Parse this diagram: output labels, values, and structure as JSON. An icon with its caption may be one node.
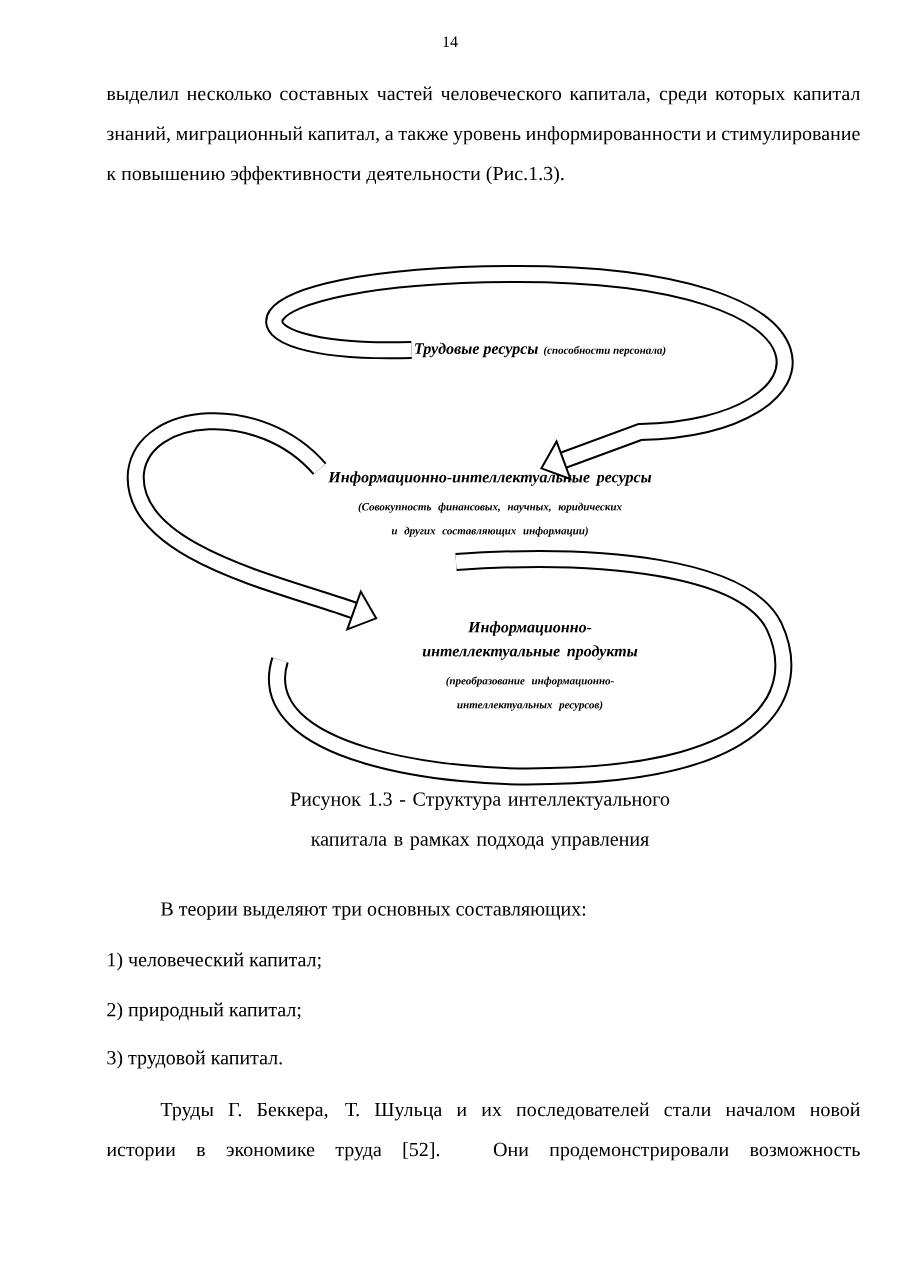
{
  "diagram": {
    "caption": "Рисунок 1.3 - Структура интеллектуального капитала в рамках подхода управления",
    "nodes": [
      {
        "text": [
          "Трудовые ресурсы",
          "(способности персонала)"
        ]
      },
      {
        "text": [
          "Информационно-интеллектуальные ресурсы",
          "(Совокупность финансовых, научных, юридических и других составляющих информации)"
        ]
      },
      {
        "text": [
          "Информационно-интеллектуальные продукты",
          "(преобразование информационно-интеллектуальных ресурсов)"
        ]
      }
    ],
    "edges": [
      {
        "from": 0,
        "to": 1,
        "arrow": "to"
      },
      {
        "from": 1,
        "to": 2,
        "arrow": "to"
      }
    ],
    "labels": [
      "14",
      "выделил несколько составных частей человеческого капитала, среди которых капитал знаний, миграционный капитал, а также уровень информированности и стимулирование к повышению эффективности деятельности (Рис.1.3).",
      "В теории выделяют три основных составляющих:",
      "1) человеческий капитал;",
      "2) природный капитал;",
      "3) трудовой капитал.",
      "Труды Г. Беккера, Т. Шульца и их последователей стали началом новой истории в экономике труда [52]. Они продемонстрировали возможность"
    ]
  }
}
